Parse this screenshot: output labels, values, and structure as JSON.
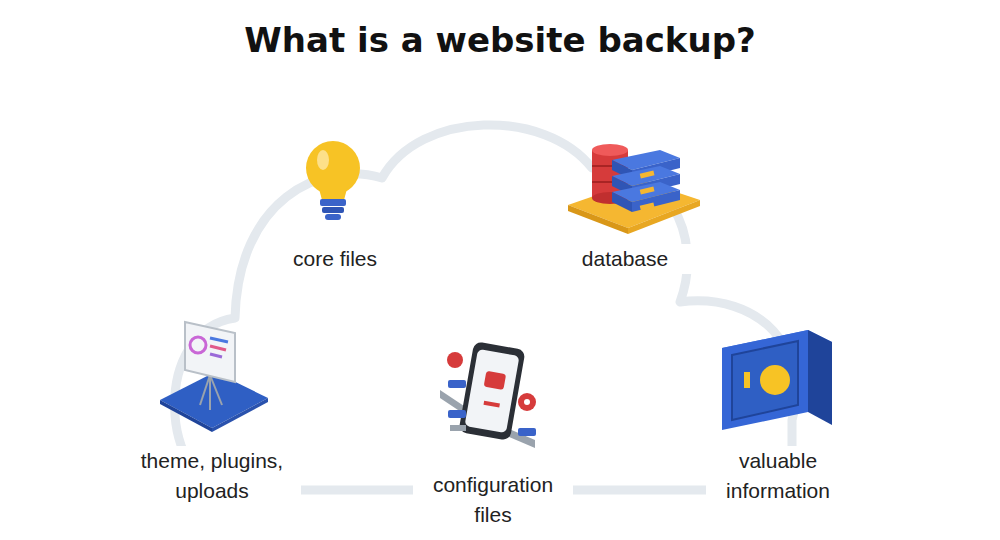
{
  "diagram": {
    "title": "What is a website backup?",
    "labels": [
      "core files",
      "database",
      "theme, plugins, uploads",
      "configuration files",
      "valuable information"
    ]
  }
}
